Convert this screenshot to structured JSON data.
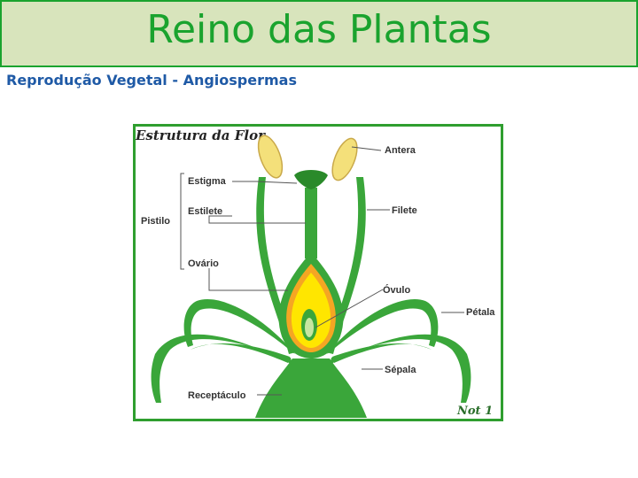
{
  "header": {
    "title": "Reino das Plantas"
  },
  "subtitle": "Reprodução Vegetal - Angiospermas",
  "diagram": {
    "heading": "Estrutura da Flor",
    "credit": "Not 1",
    "labels": {
      "antera": "Antera",
      "estigma": "Estigma",
      "estilete": "Estilete",
      "pistilo": "Pistilo",
      "filete": "Filete",
      "ovario": "Ovário",
      "ovulo": "Óvulo",
      "petala": "Pétala",
      "sepala": "Sépala",
      "receptaculo": "Receptáculo"
    },
    "colors": {
      "plant_green": "#3aa63a",
      "plant_green_dark": "#2a8a2a",
      "anther_yellow": "#f4e07a",
      "ovary_yellow": "#ffe600",
      "ovary_orange": "#f5a623",
      "frame_green": "#2f9e2f"
    }
  }
}
